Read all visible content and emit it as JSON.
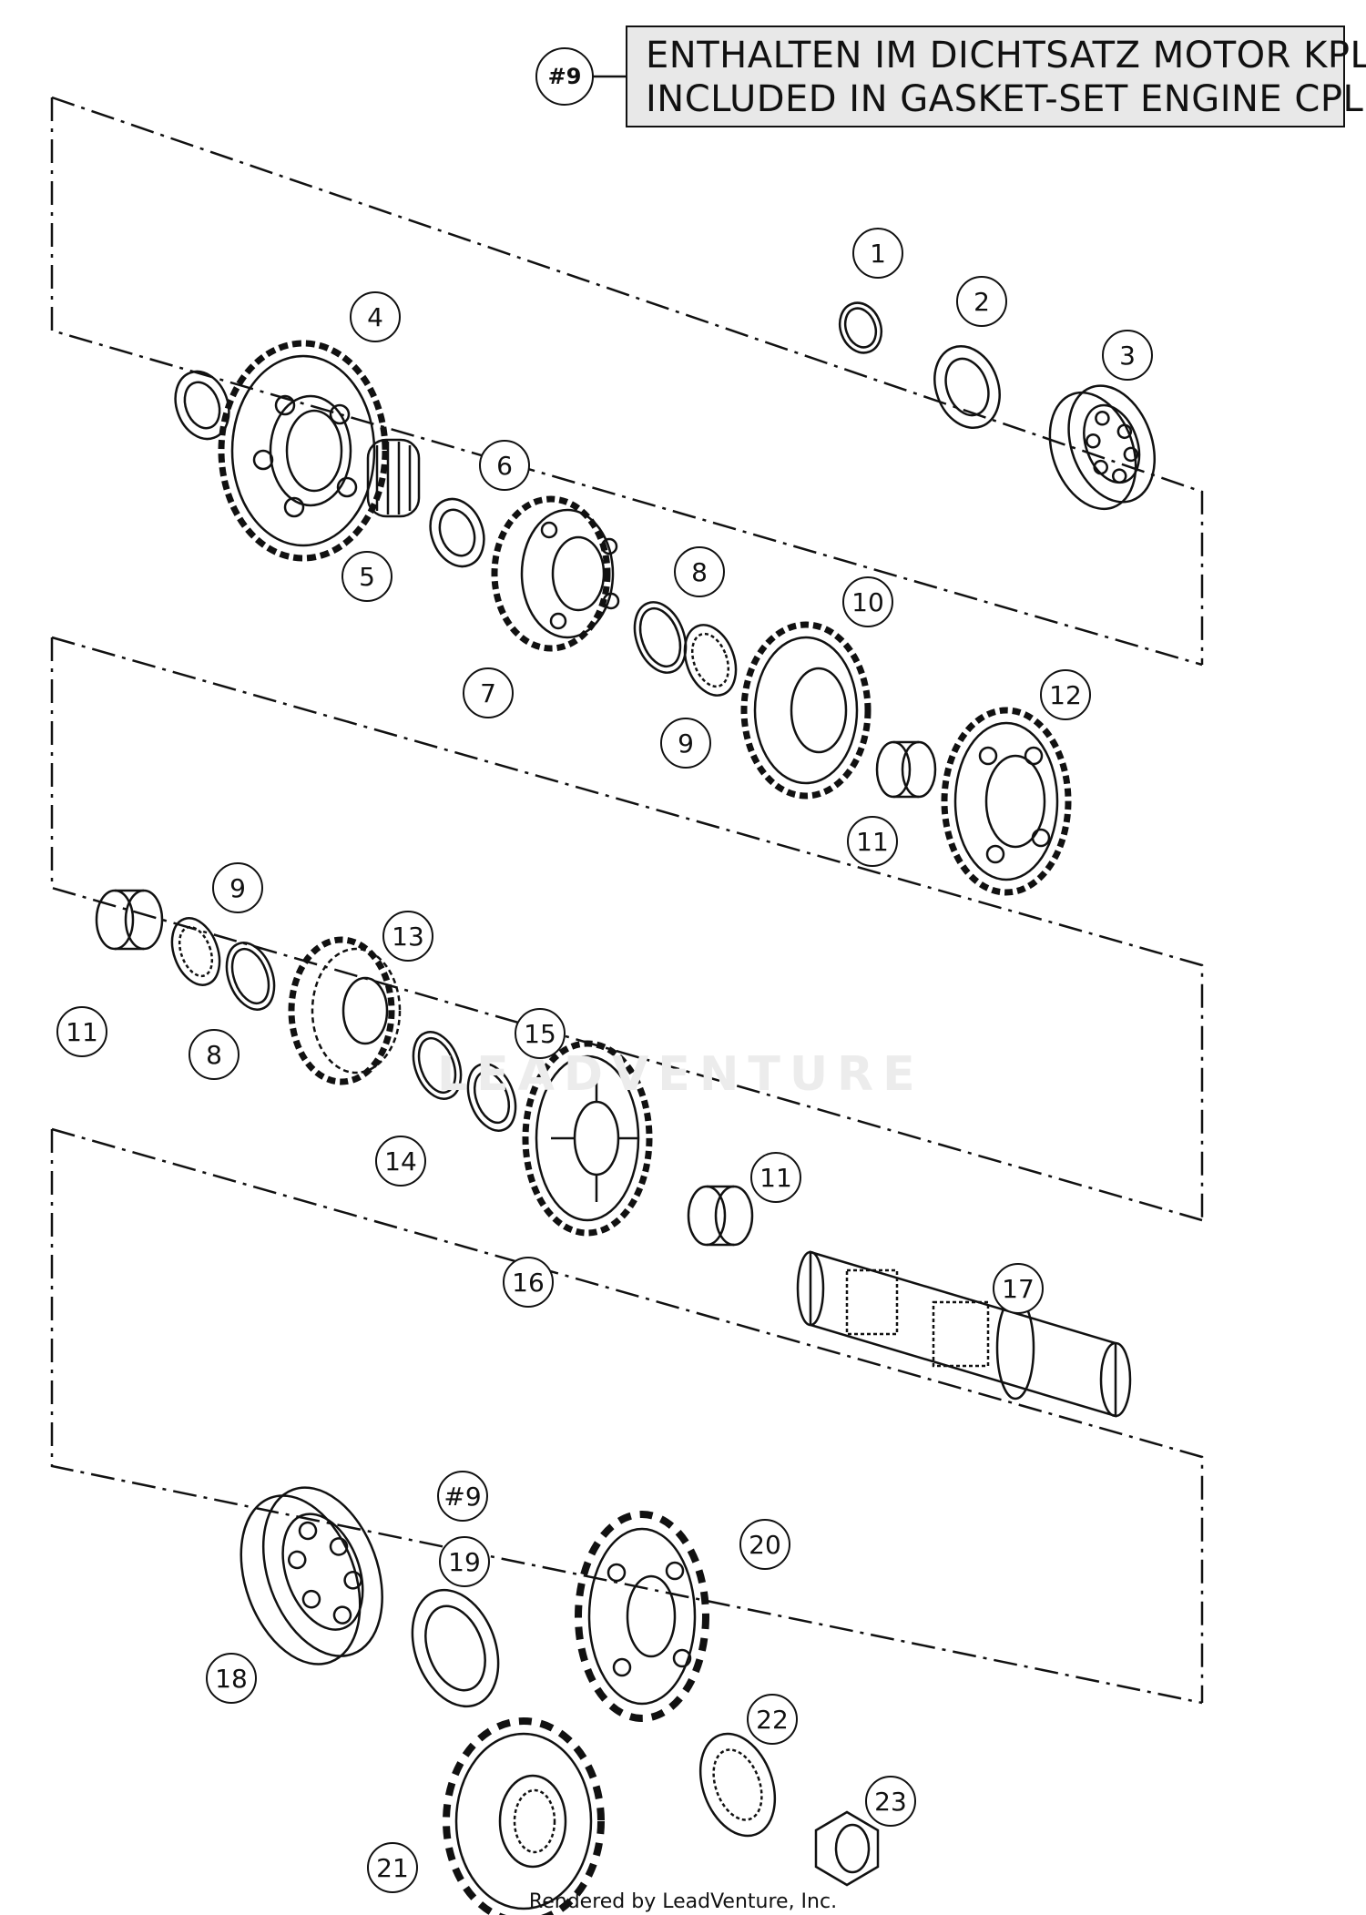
{
  "legend": {
    "reference_tag": "#9",
    "line_de": "ENTHALTEN IM DICHTSATZ MOTOR KPL.",
    "line_en": "INCLUDED IN GASKET-SET ENGINE CPL."
  },
  "callouts": [
    {
      "id": "c1",
      "label": "1"
    },
    {
      "id": "c2",
      "label": "2"
    },
    {
      "id": "c3",
      "label": "3"
    },
    {
      "id": "c4",
      "label": "4"
    },
    {
      "id": "c5",
      "label": "5"
    },
    {
      "id": "c6",
      "label": "6"
    },
    {
      "id": "c7",
      "label": "7"
    },
    {
      "id": "c8",
      "label": "8"
    },
    {
      "id": "c9",
      "label": "9"
    },
    {
      "id": "c10",
      "label": "10"
    },
    {
      "id": "c11",
      "label": "11"
    },
    {
      "id": "c12",
      "label": "12"
    },
    {
      "id": "c11b",
      "label": "11"
    },
    {
      "id": "c9b",
      "label": "9"
    },
    {
      "id": "c13",
      "label": "13"
    },
    {
      "id": "c8b",
      "label": "8"
    },
    {
      "id": "c15",
      "label": "15"
    },
    {
      "id": "c14",
      "label": "14"
    },
    {
      "id": "c11c",
      "label": "11"
    },
    {
      "id": "c16",
      "label": "16"
    },
    {
      "id": "c17",
      "label": "17"
    },
    {
      "id": "c9ref",
      "label": "#9"
    },
    {
      "id": "c19",
      "label": "19"
    },
    {
      "id": "c20",
      "label": "20"
    },
    {
      "id": "c18",
      "label": "18"
    },
    {
      "id": "c22",
      "label": "22"
    },
    {
      "id": "c23",
      "label": "23"
    },
    {
      "id": "c21",
      "label": "21"
    }
  ],
  "watermark": "LEADVENTURE",
  "footer": "Rendered by LeadVenture, Inc."
}
